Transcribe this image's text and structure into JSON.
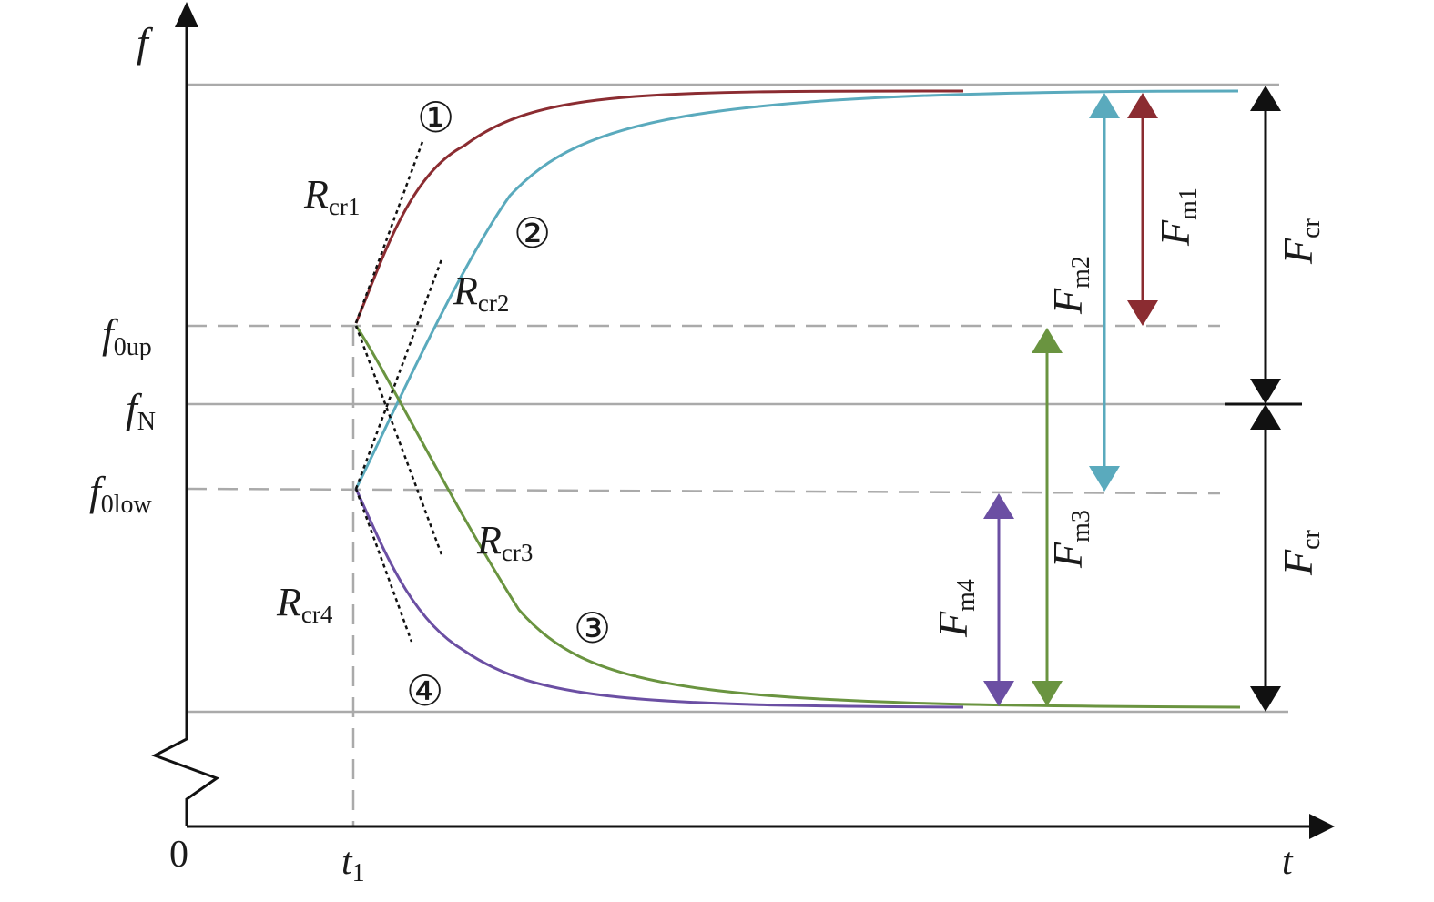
{
  "colors": {
    "axis": "#111111",
    "guide": "#aaaaaa",
    "curve1": "#8b2c31",
    "curve2": "#5aaabd",
    "curve3": "#6a9440",
    "curve4": "#6b4fa3",
    "tangent": "#111111",
    "bound": "#111111"
  },
  "axes": {
    "y_symbol": "f",
    "x_symbol": "t",
    "origin": "0",
    "t1_main": "t",
    "t1_sub": "1"
  },
  "levels": {
    "f0up": {
      "main": "f",
      "sub": "0up"
    },
    "fN": {
      "main": "f",
      "sub": "N"
    },
    "f0low": {
      "main": "f",
      "sub": "0low"
    }
  },
  "curves": [
    {
      "id": "1",
      "marker": "①",
      "slope_main": "R",
      "slope_sub": "cr1",
      "color_key": "curve1"
    },
    {
      "id": "2",
      "marker": "②",
      "slope_main": "R",
      "slope_sub": "cr2",
      "color_key": "curve2"
    },
    {
      "id": "3",
      "marker": "③",
      "slope_main": "R",
      "slope_sub": "cr3",
      "color_key": "curve3"
    },
    {
      "id": "4",
      "marker": "④",
      "slope_main": "R",
      "slope_sub": "cr4",
      "color_key": "curve4"
    }
  ],
  "margins": {
    "m1": {
      "main": "F",
      "sub": "m1"
    },
    "m2": {
      "main": "F",
      "sub": "m2"
    },
    "m3": {
      "main": "F",
      "sub": "m3"
    },
    "m4": {
      "main": "F",
      "sub": "m4"
    },
    "cr_upper": {
      "main": "F",
      "sub": "cr"
    },
    "cr_lower": {
      "main": "F",
      "sub": "cr"
    }
  }
}
